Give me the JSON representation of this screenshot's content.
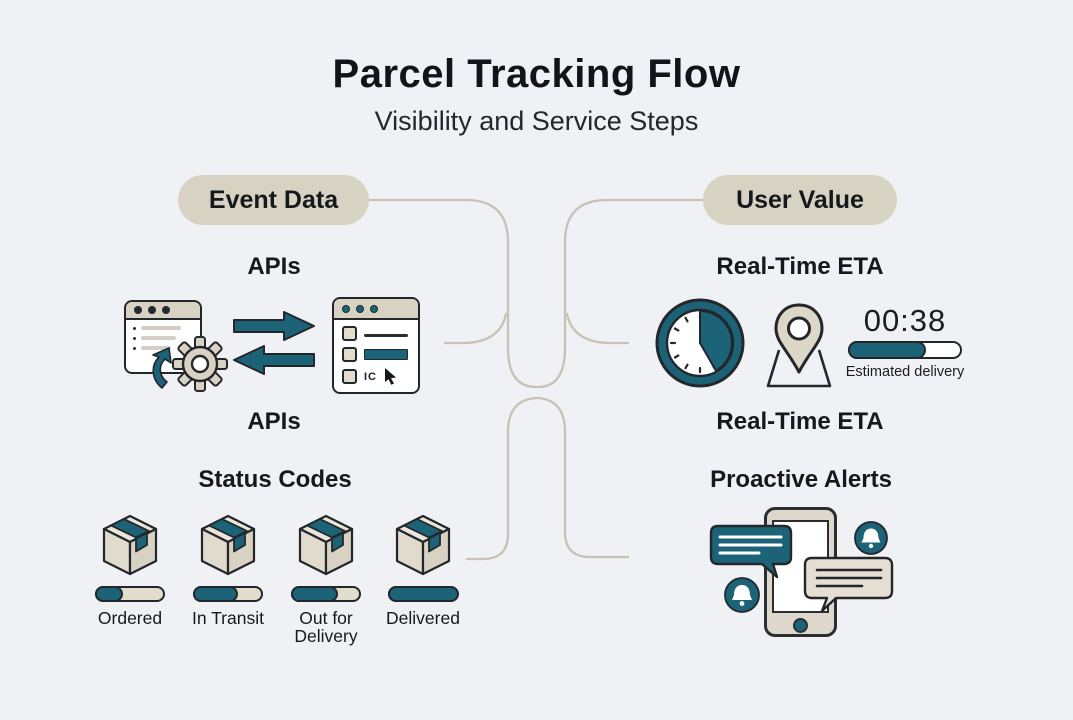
{
  "title": "Parcel Tracking Flow",
  "subtitle": "Visibility and Service Steps",
  "left_column": {
    "badge": "Event Data",
    "apis_label_top": "APIs",
    "apis_label_bottom": "APIs",
    "checklist_window_text": "IC",
    "status_heading": "Status Codes",
    "statuses": [
      {
        "label": "Ordered",
        "progress_pct": 35
      },
      {
        "label": "In Transit",
        "progress_pct": 62
      },
      {
        "label": "Out for Delivery",
        "progress_pct": 65
      },
      {
        "label": "Delivered",
        "progress_pct": 100
      }
    ]
  },
  "right_column": {
    "badge": "User Value",
    "eta_label_top": "Real-Time ETA",
    "eta_label_bottom": "Real-Time ETA",
    "timer_value": "00:38",
    "timer_caption": "Estimated delivery",
    "timer_progress_pct": 67,
    "alerts_heading": "Proactive Alerts"
  },
  "icons": {
    "left": [
      "browser-window-icon",
      "sync-arrow-icon",
      "gear-icon",
      "transfer-arrows-icon",
      "checklist-window-icon",
      "cursor-icon",
      "parcel-box-icon"
    ],
    "right": [
      "clock-icon",
      "location-pin-icon",
      "timer-progress-bar",
      "smartphone-icon",
      "chat-bubble-icon",
      "notification-bell-icon"
    ]
  },
  "colors": {
    "background": "#eff1f4",
    "teal": "#1c6377",
    "beige": "#d8d2c3",
    "outline": "#23272c",
    "connector": "#c8c2b5"
  }
}
